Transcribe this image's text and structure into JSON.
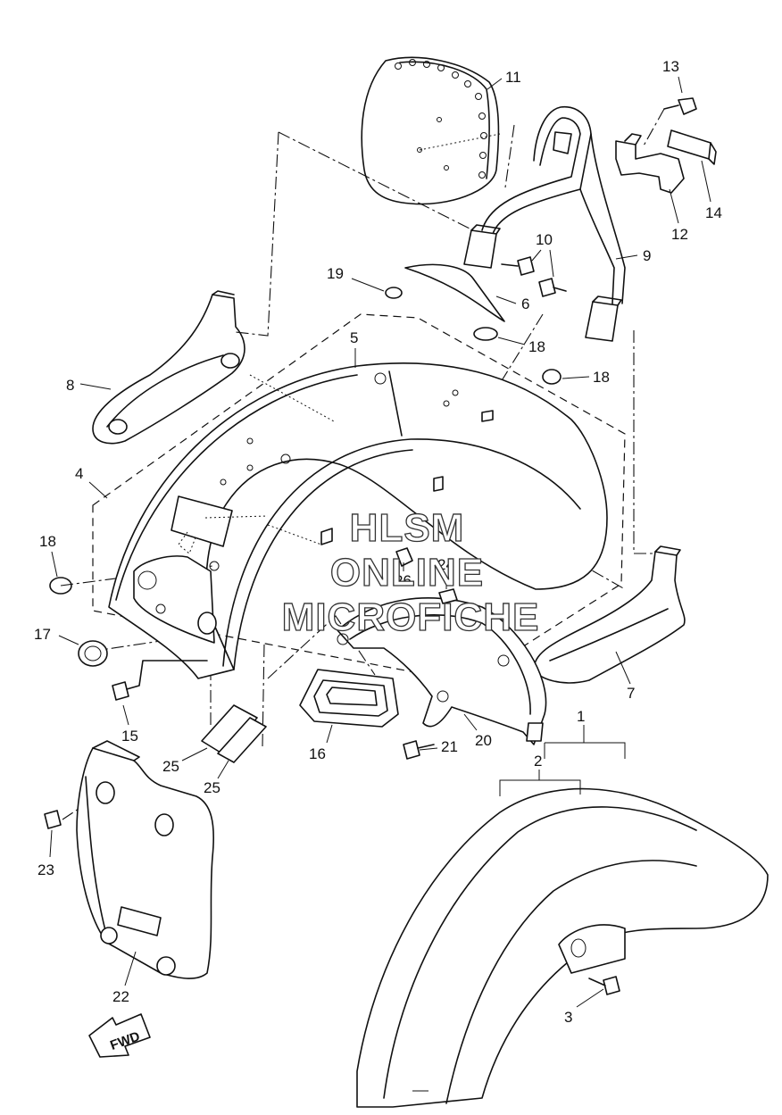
{
  "diagram": {
    "watermark": [
      "HLSM",
      "ONLINE",
      "MICROFICHE"
    ],
    "fwd_label": "FWD",
    "parts": [
      {
        "id": "p1",
        "label": "1"
      },
      {
        "id": "p2",
        "label": "2"
      },
      {
        "id": "p3",
        "label": "3"
      },
      {
        "id": "p4",
        "label": "4"
      },
      {
        "id": "p5",
        "label": "5"
      },
      {
        "id": "p6",
        "label": "6"
      },
      {
        "id": "p7",
        "label": "7"
      },
      {
        "id": "p8",
        "label": "8"
      },
      {
        "id": "p9",
        "label": "9"
      },
      {
        "id": "p10",
        "label": "10"
      },
      {
        "id": "p11",
        "label": "11"
      },
      {
        "id": "p12",
        "label": "12"
      },
      {
        "id": "p13",
        "label": "13"
      },
      {
        "id": "p14",
        "label": "14"
      },
      {
        "id": "p15",
        "label": "15"
      },
      {
        "id": "p16",
        "label": "16"
      },
      {
        "id": "p17",
        "label": "17"
      },
      {
        "id": "p18a",
        "label": "18"
      },
      {
        "id": "p18b",
        "label": "18"
      },
      {
        "id": "p18c",
        "label": "18"
      },
      {
        "id": "p19",
        "label": "19"
      },
      {
        "id": "p20",
        "label": "20"
      },
      {
        "id": "p21",
        "label": "21"
      },
      {
        "id": "p22",
        "label": "22"
      },
      {
        "id": "p23",
        "label": "23"
      },
      {
        "id": "p24",
        "label": "24"
      },
      {
        "id": "p25a",
        "label": "25"
      },
      {
        "id": "p25b",
        "label": "25"
      },
      {
        "id": "p26",
        "label": "26"
      }
    ]
  }
}
